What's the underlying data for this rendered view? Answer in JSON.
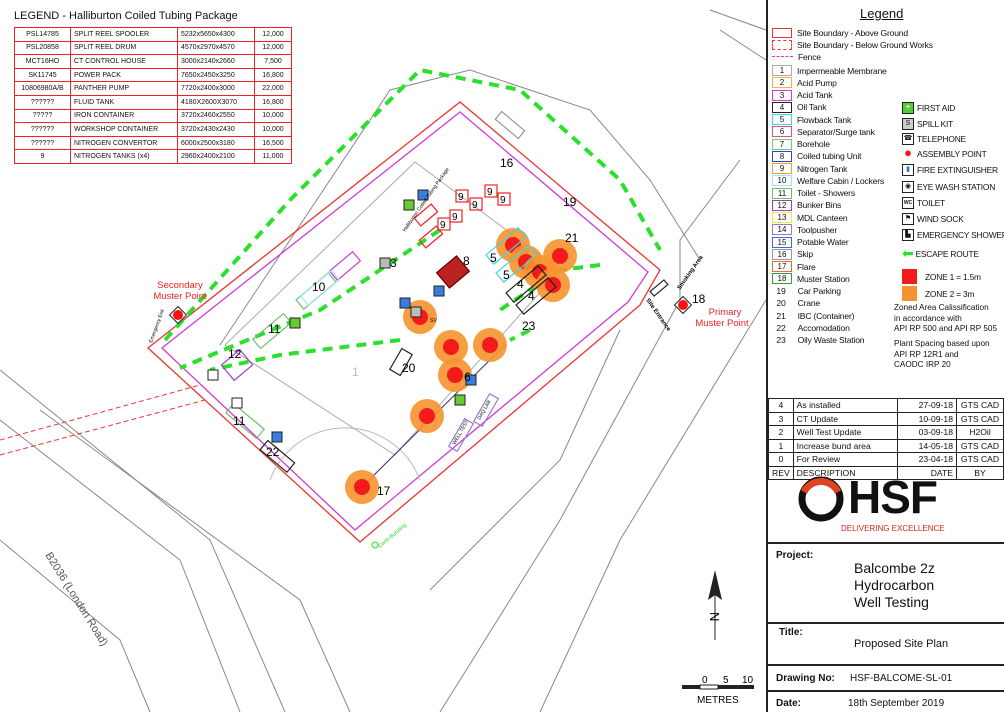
{
  "component_table": {
    "title": "LEGEND - Halliburton Coiled Tubing Package",
    "rows": [
      [
        "PSL14785",
        "SPLIT REEL SPOOLER",
        "5232x5650x4300",
        "12,000"
      ],
      [
        "PSL20858",
        "SPLIT REEL DRUM",
        "4570x2970x4570",
        "12,000"
      ],
      [
        "MCT16HO",
        "CT CONTROL HOUSE",
        "3000x2140x2660",
        "7,500"
      ],
      [
        "SK11745",
        "POWER PACK",
        "7650x2450x3250",
        "16,800"
      ],
      [
        "10806980A/B",
        "PANTHER PUMP",
        "7720x2400x3000",
        "22,000"
      ],
      [
        "??????",
        "FLUID TANK",
        "4180X2600X3070",
        "16,800"
      ],
      [
        "?????",
        "IRON CONTAINER",
        "3720x2460x2550",
        "10,000"
      ],
      [
        "??????",
        "WORKSHOP CONTAINER",
        "3720x2430x2430",
        "10,000"
      ],
      [
        "??????",
        "NITROGEN CONVERTOR",
        "6000x2500x3180",
        "16,500"
      ],
      [
        "9",
        "NITROGEN TANKS (x4)",
        "2960x2400x2100",
        "11,000"
      ]
    ]
  },
  "legend": {
    "title": "Legend",
    "boundary_items": [
      {
        "label": "Site Boundary - Above Ground",
        "color": "#e33"
      },
      {
        "label": "Site Boundary - Below Ground Works",
        "color": "#e33"
      },
      {
        "label": "Fence",
        "color": "#d23ad2"
      }
    ],
    "items": [
      {
        "num": "1",
        "label": "Impermeable Membrane",
        "color": "#aaaaaa"
      },
      {
        "num": "2",
        "label": "Acid Pump",
        "color": "#f5b342"
      },
      {
        "num": "3",
        "label": "Acid Tank",
        "color": "#d23ad2"
      },
      {
        "num": "4",
        "label": "Oil Tank",
        "color": "#222222"
      },
      {
        "num": "5",
        "label": "Flowback Tank",
        "color": "#3fd6e0"
      },
      {
        "num": "6",
        "label": "Separator/Surge tank",
        "color": "#e84d8a"
      },
      {
        "num": "7",
        "label": "Borehole",
        "color": "#6fce6f"
      },
      {
        "num": "8",
        "label": "Coiled tubing Unit",
        "color": "#3344cc"
      },
      {
        "num": "9",
        "label": "Nitrogen Tank",
        "color": "#f39a3a"
      },
      {
        "num": "10",
        "label": "Welfare Cabin / Lockers",
        "color": "#9fe8ea"
      },
      {
        "num": "11",
        "label": "Toilet - Showers",
        "color": "#6fbf6f"
      },
      {
        "num": "12",
        "label": "Bunker Bins",
        "color": "#a040c0"
      },
      {
        "num": "13",
        "label": "MDL Canteen",
        "color": "#efe44a"
      },
      {
        "num": "14",
        "label": "Toolpusher",
        "color": "#9a7ad0"
      },
      {
        "num": "15",
        "label": "Potable Water",
        "color": "#3a6ed8"
      },
      {
        "num": "16",
        "label": "Skip",
        "color": "#999999"
      },
      {
        "num": "17",
        "label": "Flare",
        "color": "#e86a3a"
      },
      {
        "num": "18",
        "label": "Muster Station",
        "color": "#3a9a3a"
      },
      {
        "num": "19",
        "label": "Car Parking"
      },
      {
        "num": "20",
        "label": "Crane"
      },
      {
        "num": "21",
        "label": "IBC (Container)"
      },
      {
        "num": "22",
        "label": "Accomodation"
      },
      {
        "num": "23",
        "label": "Oily Waste Station"
      }
    ],
    "symbols": [
      {
        "icon": "first-aid-icon",
        "glyph": "+",
        "label": "FIRST AID"
      },
      {
        "icon": "spill-kit-icon",
        "glyph": "S",
        "label": "SPILL KIT"
      },
      {
        "icon": "telephone-icon",
        "glyph": "☎",
        "label": "TELEPHONE"
      },
      {
        "icon": "assembly-point-icon",
        "glyph": "●",
        "label": "ASSEMBLY POINT"
      },
      {
        "icon": "fire-extinguisher-icon",
        "glyph": "▮",
        "label": "FIRE EXTINGUISHER"
      },
      {
        "icon": "eye-wash-icon",
        "glyph": "◉",
        "label": "EYE WASH STATION"
      },
      {
        "icon": "toilet-icon",
        "glyph": "WC",
        "label": "TOILET"
      },
      {
        "icon": "wind-sock-icon",
        "glyph": "⚑",
        "label": "WIND SOCK"
      },
      {
        "icon": "emergency-shower-icon",
        "glyph": "▙",
        "label": "EMERGENCY SHOWER"
      }
    ],
    "escape_route": "ESCAPE ROUTE",
    "zone1": {
      "label": "ZONE 1 = 1.5m",
      "color": "#f21a1a"
    },
    "zone2": {
      "label": "ZONE 2 = 3m",
      "color": "#f7932e"
    },
    "note1": [
      "Zoned Area Calissification",
      "in accordance with",
      "API RP 500 and API RP 505"
    ],
    "note2": [
      "Plant Spacing based upon",
      "API RP 12R1 and",
      "CAODC IRP 20"
    ]
  },
  "revisions": {
    "rows": [
      [
        "4",
        "As installed",
        "27-09-18",
        "GTS CAD"
      ],
      [
        "3",
        "CT Update",
        "10-09-18",
        "GTS CAD"
      ],
      [
        "2",
        "Well Test Update",
        "03-09-18",
        "H2Oil"
      ],
      [
        "1",
        "Increase bund area",
        "14-05-18",
        "GTS CAD"
      ],
      [
        "0",
        "For Review",
        "23-04-18",
        "GTS CAD"
      ]
    ],
    "header": [
      "REV",
      "DESCRIPTION",
      "DATE",
      "BY"
    ]
  },
  "logo": {
    "name": "HSF",
    "tagline": "DELIVERING EXCELLENCE"
  },
  "title_block": {
    "project_label": "Project:",
    "project": [
      "Balcombe 2z",
      "Hydrocarbon",
      "Well Testing"
    ],
    "title_label": "Title:",
    "title": "Proposed Site Plan",
    "drawing_no_label": "Drawing No:",
    "drawing_no": "HSF-BALCOME-SL-01",
    "date_label": "Date:",
    "date": "18th September 2019"
  },
  "map": {
    "secondary_muster": [
      "Secondary",
      "Muster Point"
    ],
    "primary_muster": [
      "Primary",
      "Muster Point"
    ],
    "site_entrance": "Site Entrance",
    "smoking_area": "Smoking Area",
    "emergency_exit": "Emergency Exit",
    "road": "B2036 (London Road)",
    "earth_bunding": "Earth Bunding",
    "daq_lab": "DAQ LAB",
    "well_test": "WELL TEST",
    "package_label": "Halliburton Coiled Tubing Package",
    "sv": "SV",
    "north": "N",
    "scale_ticks": [
      "0",
      "5",
      "10"
    ],
    "scale_unit": "METRES",
    "numbers": {
      "n1": "1",
      "n3": "3",
      "n4": "4",
      "n5": "5",
      "n6": "6",
      "n8": "8",
      "n9": "9",
      "n10": "10",
      "n11": "11",
      "n12": "12",
      "n16": "16",
      "n17": "17",
      "n18": "18",
      "n19": "19",
      "n20": "20",
      "n21": "21",
      "n22": "22",
      "n23": "23"
    }
  }
}
